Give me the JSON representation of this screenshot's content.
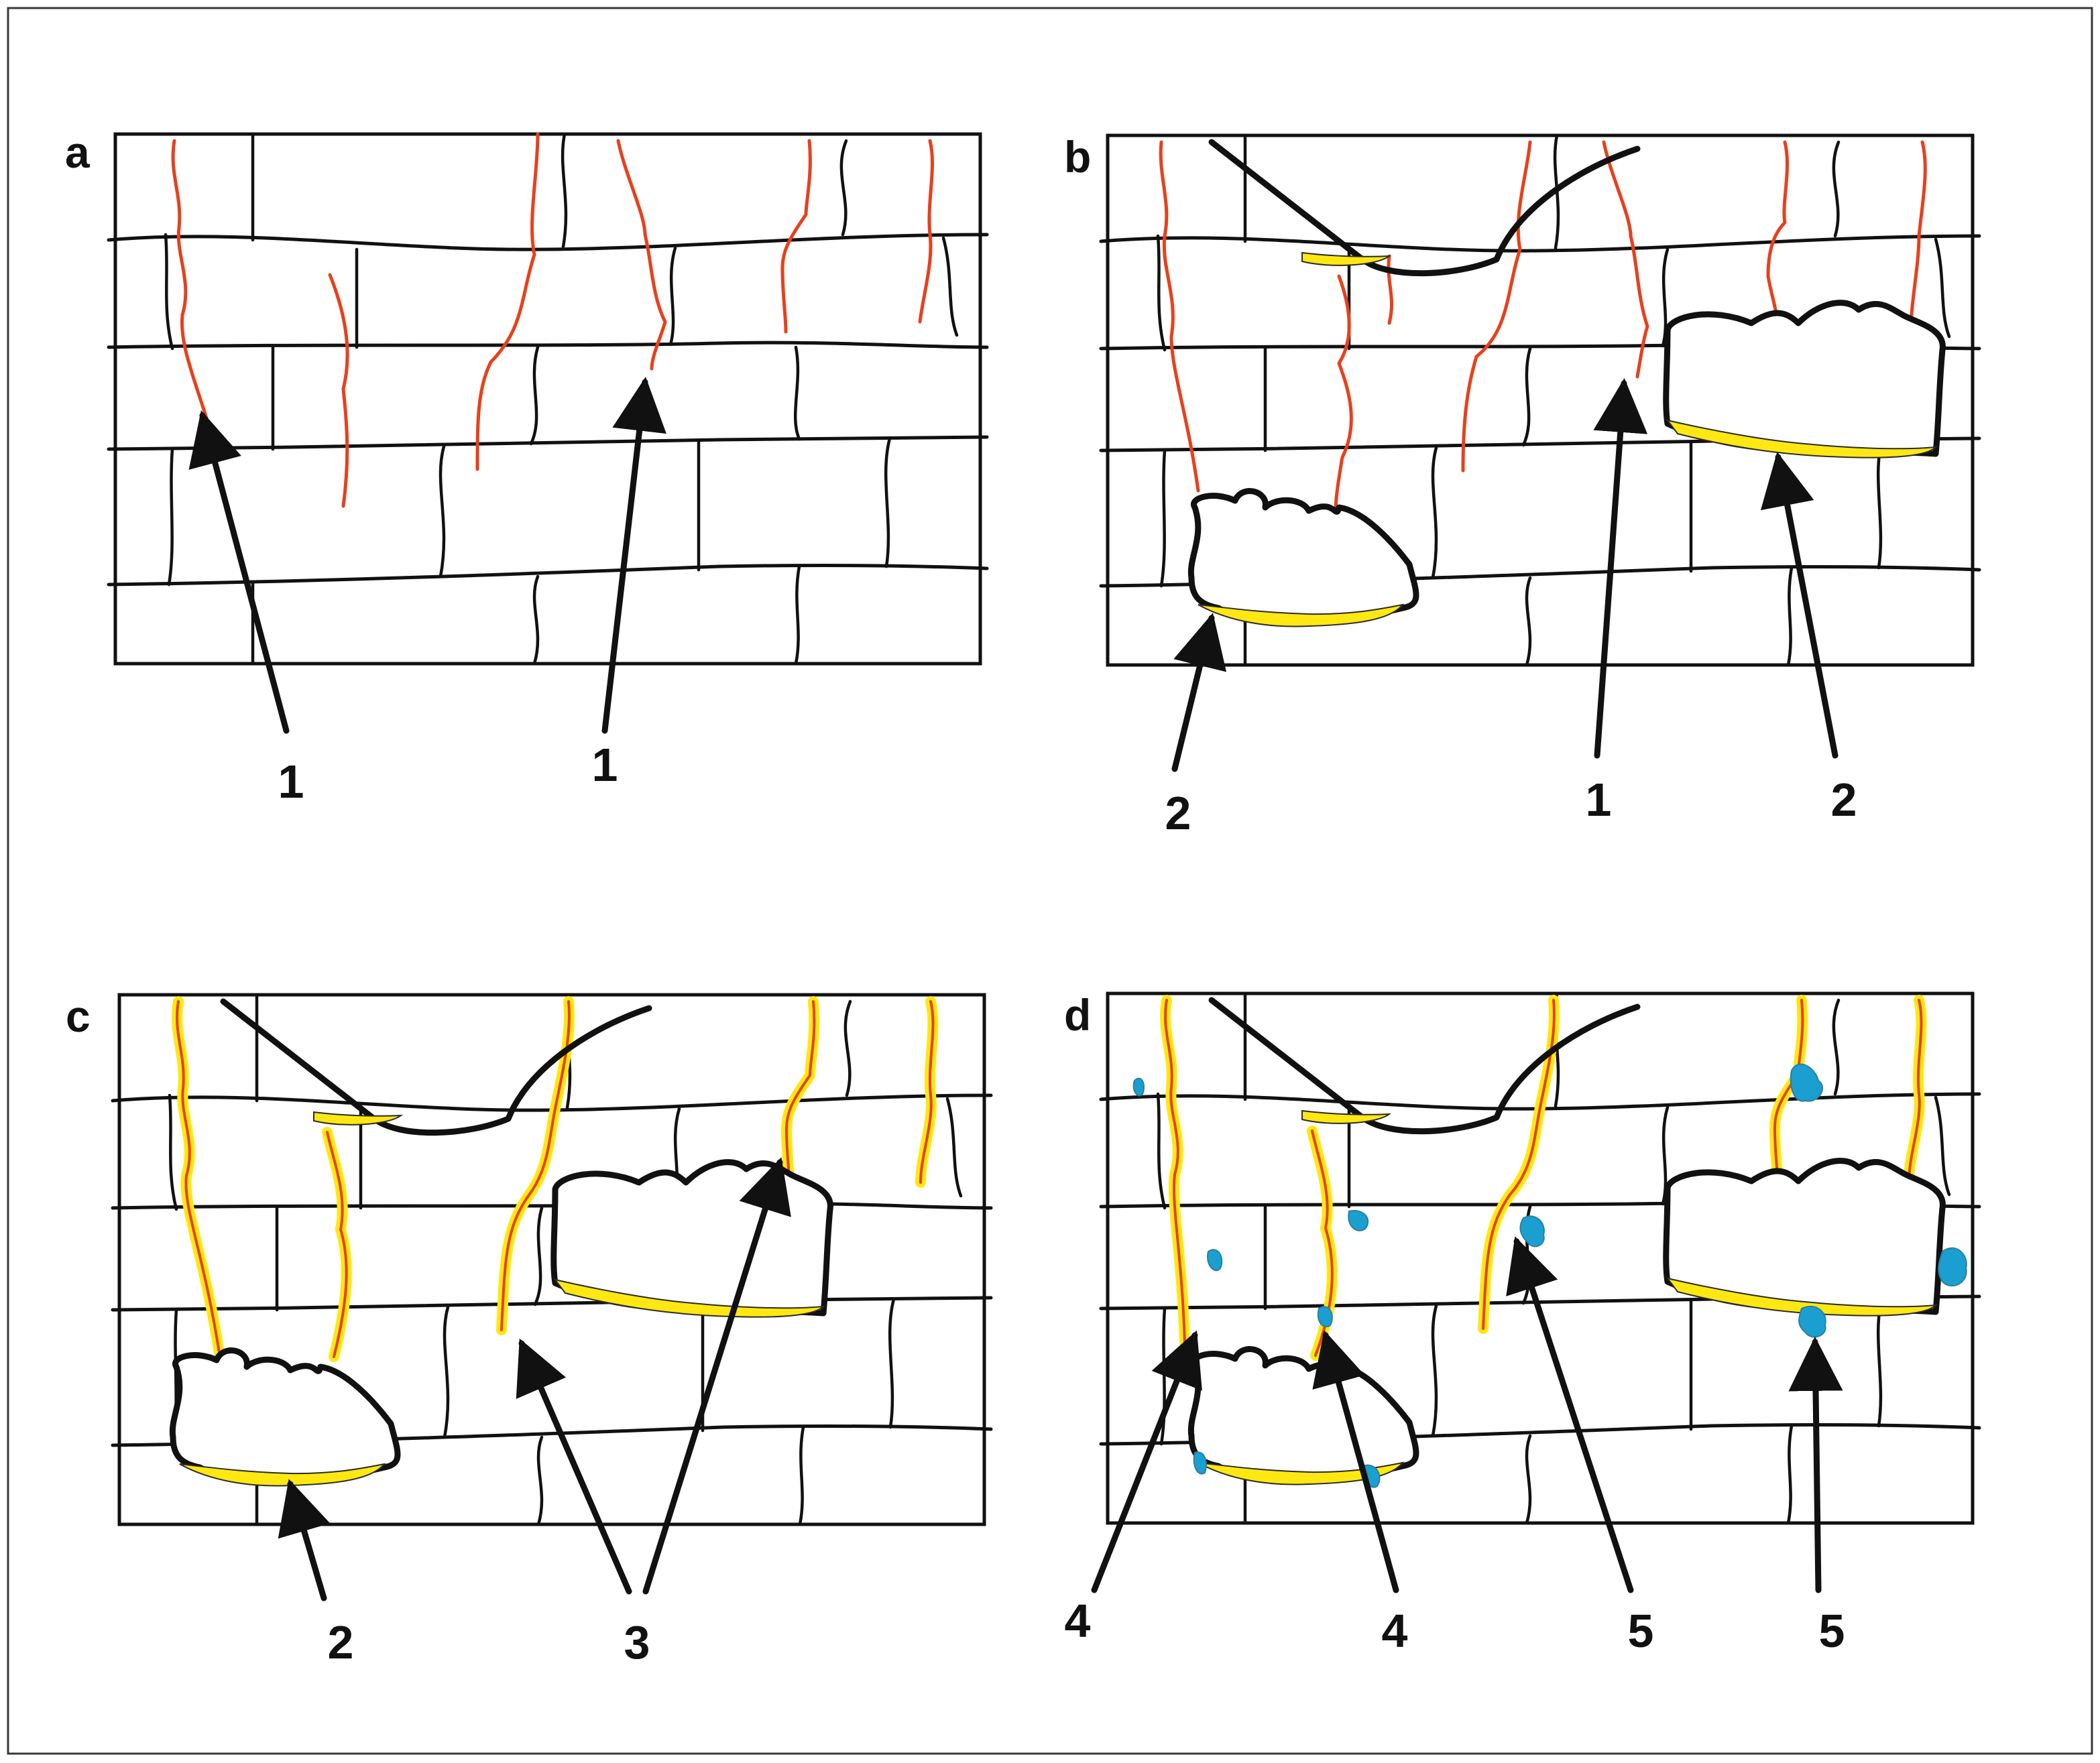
{
  "colors": {
    "fissure": "#e8401c",
    "mineral_fill": "#ffe812",
    "crystal": "#1b9fd0",
    "line": "#111111",
    "frame": "#3a3a3a"
  },
  "panels": [
    {
      "id": "a",
      "letter": "a",
      "labels": [
        "1",
        "1"
      ]
    },
    {
      "id": "b",
      "letter": "b",
      "labels": [
        "2",
        "1",
        "2"
      ]
    },
    {
      "id": "c",
      "letter": "c",
      "labels": [
        "2",
        "3"
      ]
    },
    {
      "id": "d",
      "letter": "d",
      "labels": [
        "4",
        "4",
        "5",
        "5"
      ]
    }
  ]
}
